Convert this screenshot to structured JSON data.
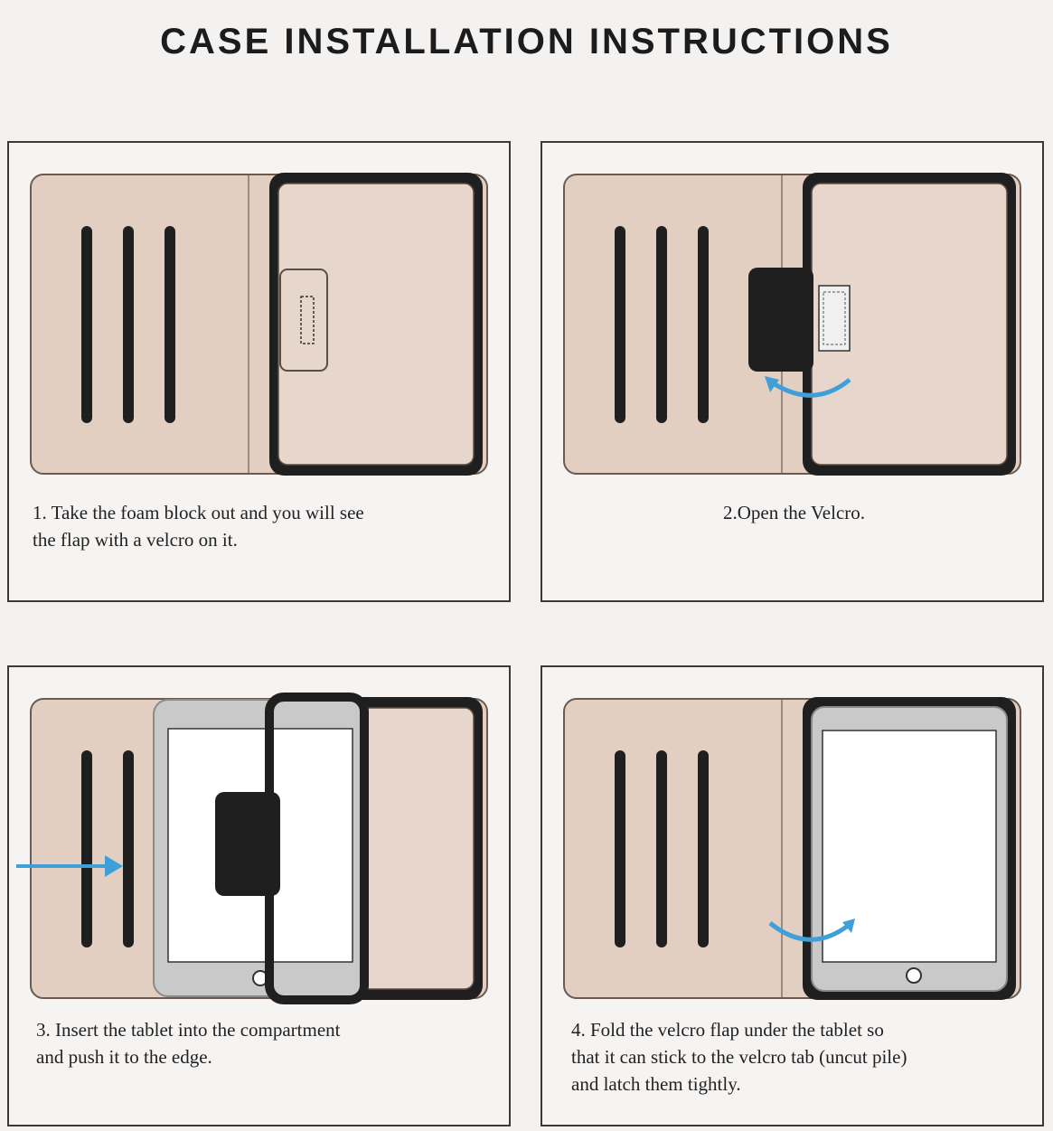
{
  "title": "CASE INSTALLATION INSTRUCTIONS",
  "steps": [
    {
      "lines": [
        "1. Take the foam block out and you will see",
        "the flap with a velcro on it."
      ]
    },
    {
      "lines": [
        "2.Open the Velcro."
      ]
    },
    {
      "lines": [
        "3. Insert the tablet into the compartment",
        "and push it to the edge."
      ]
    },
    {
      "lines": [
        "4. Fold the velcro flap under the tablet so",
        "that it can stick to the velcro tab (uncut pile)",
        "and latch them tightly."
      ]
    }
  ],
  "colors": {
    "case_fill": "#e3cfc2",
    "frame": "#1f1f1f",
    "arrow": "#3f9fd8",
    "tablet_frame": "#c9c9c9"
  }
}
